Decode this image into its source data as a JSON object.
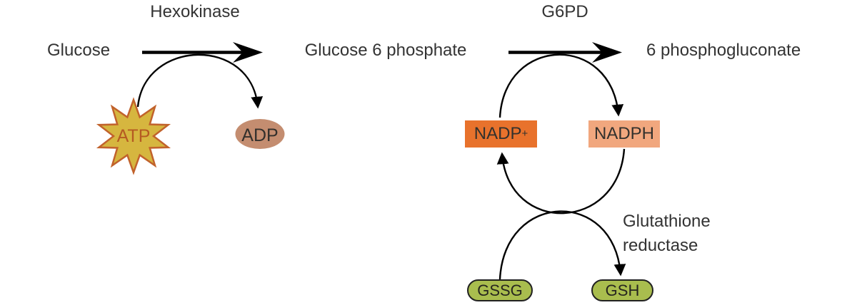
{
  "palette": {
    "line": "#000000",
    "label_text": "#333333",
    "atp_fill": "#d6b63f",
    "atp_stroke": "#c1622b",
    "atp_text": "#b55a22",
    "adp_fill": "#c48d70",
    "nadp_fill": "#e8722c",
    "nadph_fill": "#f1a77e",
    "gsh_fill": "#a9bd4e",
    "gsh_stroke": "#222222"
  },
  "diagram": {
    "reaction1": {
      "enzyme": "Hexokinase",
      "substrate": "Glucose",
      "product": "Glucose 6 phosphate",
      "cofactor_in": "ATP",
      "cofactor_out": "ADP"
    },
    "reaction2": {
      "enzyme": "G6PD",
      "product": "6 phosphogluconate",
      "cofactor_in": "NADP",
      "cofactor_in_sup": "+",
      "cofactor_out": "NADPH"
    },
    "reaction3": {
      "enzyme_line1": "Glutathione",
      "enzyme_line2": "reductase",
      "substrate": "GSSG",
      "product": "GSH"
    }
  }
}
